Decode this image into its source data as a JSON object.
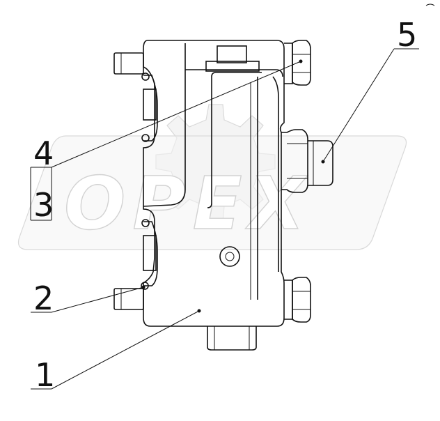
{
  "callouts": {
    "part1": "1",
    "part2": "2",
    "part3": "3",
    "part4": "4",
    "part5": "5"
  },
  "watermark": {
    "text": "OPEX"
  },
  "colors": {
    "line": "#111111",
    "watermark_fill": "#f4f4f4",
    "watermark_stroke": "#d2d2d2"
  }
}
